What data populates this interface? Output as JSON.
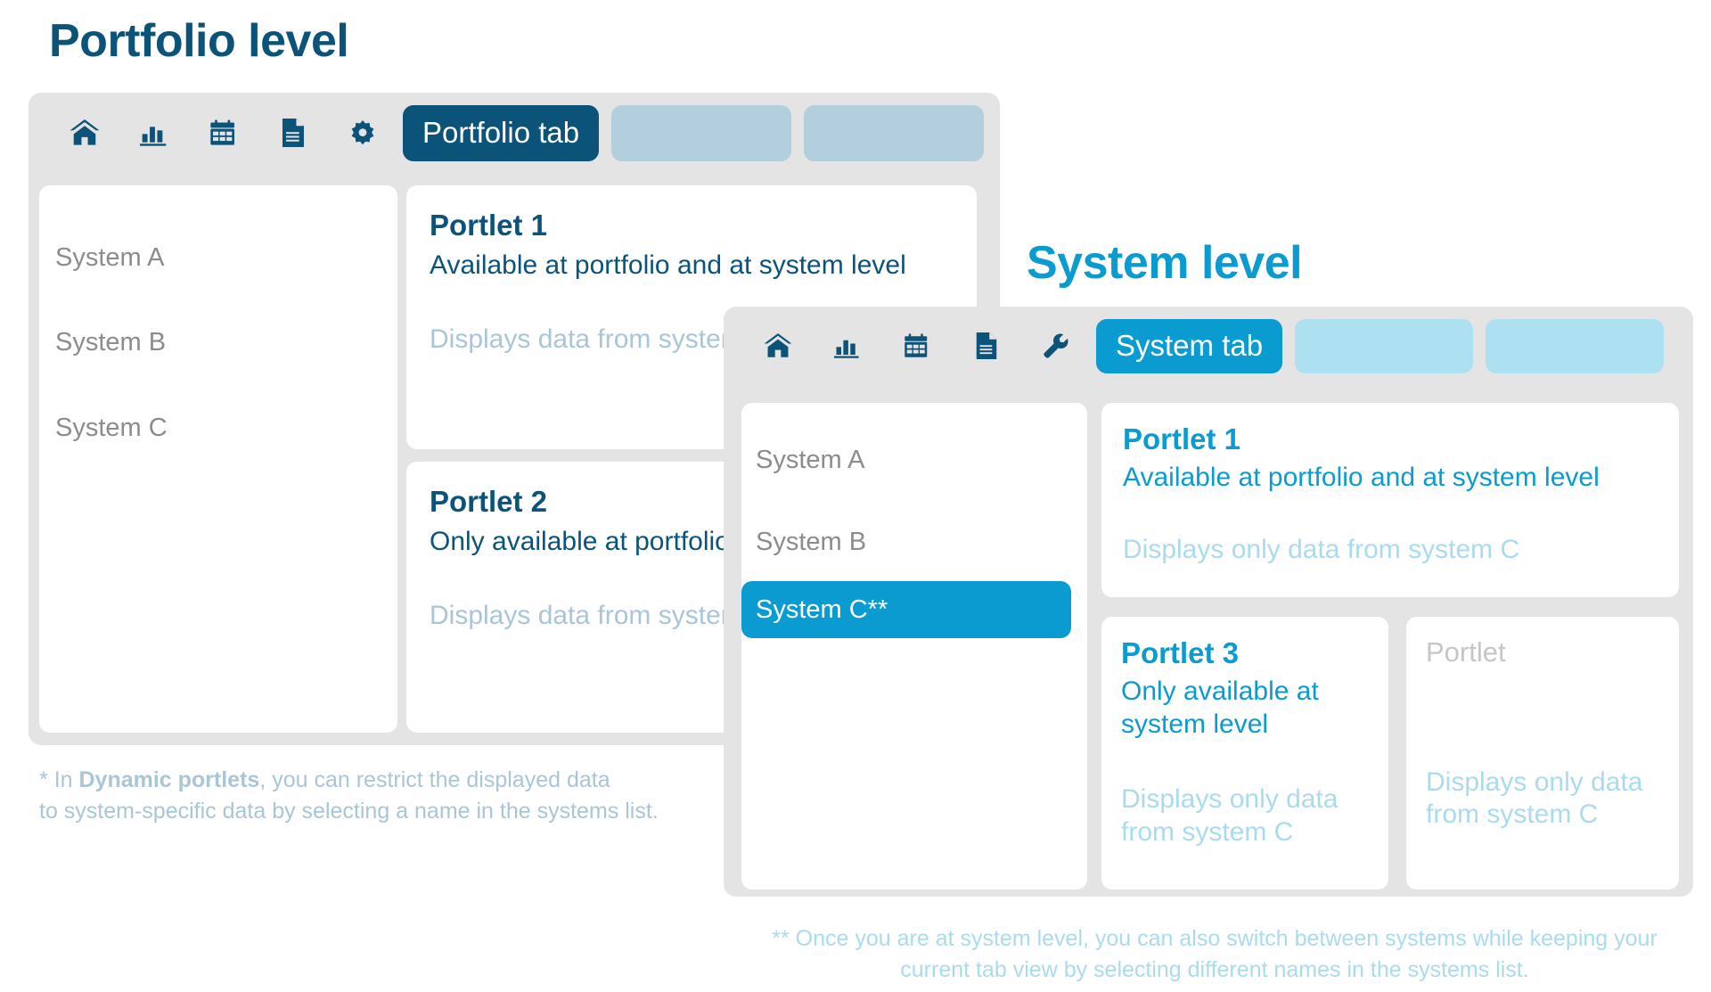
{
  "portfolio": {
    "heading": "Portfolio level",
    "toolbar": {
      "icons": [
        {
          "name": "home-icon",
          "label": "Home"
        },
        {
          "name": "bar-chart-icon",
          "label": "Analytics"
        },
        {
          "name": "calendar-icon",
          "label": "Calendar"
        },
        {
          "name": "document-icon",
          "label": "Documents"
        },
        {
          "name": "gear-icon",
          "label": "Settings"
        }
      ],
      "tabs": [
        {
          "label": "Portfolio tab",
          "active": true
        },
        {
          "label": "",
          "active": false
        },
        {
          "label": "",
          "active": false
        }
      ]
    },
    "systems": [
      {
        "label": "System A",
        "selected": false
      },
      {
        "label": "System B",
        "selected": false
      },
      {
        "label": "System C",
        "selected": false
      }
    ],
    "portlets": [
      {
        "title": "Portlet 1",
        "subtitle": "Available at portfolio\nand at system level",
        "note": "Displays data from\nsystem A + B + C*"
      },
      {
        "title": "Portlet 2",
        "subtitle": "Only available at\nportfolio level",
        "note": "Displays data from\nsystem A + B + C*"
      }
    ],
    "footnote": {
      "marker": "*",
      "lead": "In ",
      "emphasis": "Dynamic portlets",
      "rest": ", you can restrict the displayed data\n   to system-specific data by selecting a name in the systems list."
    }
  },
  "system": {
    "heading": "System level",
    "toolbar": {
      "icons": [
        {
          "name": "home-icon",
          "label": "Home"
        },
        {
          "name": "bar-chart-icon",
          "label": "Analytics"
        },
        {
          "name": "calendar-icon",
          "label": "Calendar"
        },
        {
          "name": "document-icon",
          "label": "Documents"
        },
        {
          "name": "wrench-icon",
          "label": "Tools"
        }
      ],
      "tabs": [
        {
          "label": "System tab",
          "active": true
        },
        {
          "label": "",
          "active": false
        },
        {
          "label": "",
          "active": false
        }
      ]
    },
    "systems": [
      {
        "label": "System A",
        "selected": false
      },
      {
        "label": "System B",
        "selected": false
      },
      {
        "label": "System C**",
        "selected": true
      }
    ],
    "portlets": [
      {
        "title": "Portlet 1",
        "subtitle": "Available at portfolio and at system level",
        "note": "Displays only data from system C"
      },
      {
        "title": "Portlet 3",
        "subtitle": "Only available at\nsystem level",
        "note": "Displays only data\nfrom system C"
      },
      {
        "title": "Portlet",
        "subtitle": "",
        "note": "Displays only data\nfrom system C"
      }
    ],
    "footnote": "** Once you are at system level, you can also switch between systems while keeping your\ncurrent tab view by selecting different names in the systems list."
  },
  "colors": {
    "dark_blue": "#0b5378",
    "cyan": "#0a9bd1",
    "tab_inactive_dark": "#b3cedd",
    "tab_inactive_cyan": "#ade0f0",
    "shell_grey": "#e4e4e4",
    "muted_blue": "#a9c6d6",
    "muted_cyan": "#a9dbef",
    "list_grey": "#8c8c8c",
    "placeholder_grey": "#c6c6c6"
  }
}
